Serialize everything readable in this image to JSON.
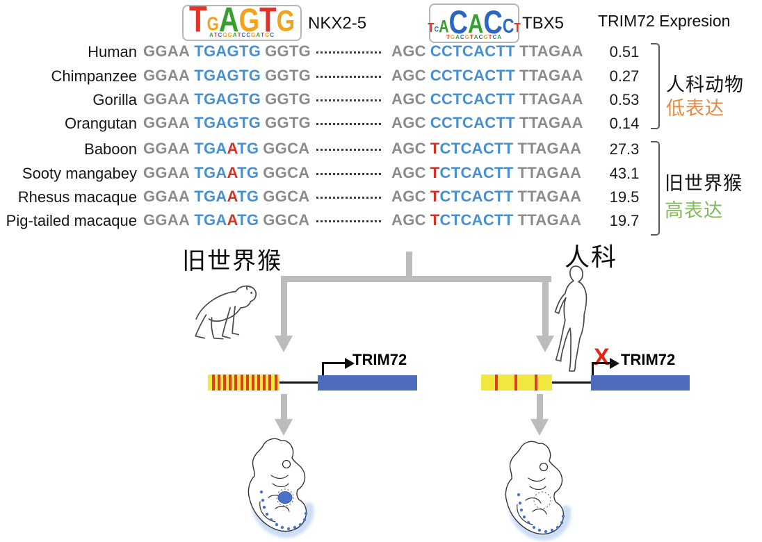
{
  "colors": {
    "seq_gray": "#8b8b8b",
    "seq_blue": "#4690d2",
    "seq_red": "#d53025",
    "label_orange": "#e8893c",
    "label_green": "#82b95c",
    "arrow_gray": "#bcbcbc",
    "enhancer_yellow": "#f2e73e",
    "stripe_red": "#d94028",
    "gene_blue": "#4f6dbd",
    "x_red": "#e0251b",
    "base": {
      "A": "#35a12c",
      "C": "#2c66c4",
      "G": "#f2a31b",
      "T": "#e53228"
    }
  },
  "header": {
    "expression": "TRIM72 Expresion"
  },
  "logos": {
    "nkx25": {
      "name": "NKX2-5",
      "letters": [
        {
          "ch": "T",
          "color": "#e53228",
          "size": 42
        },
        {
          "ch": "G",
          "color": "#f2a31b",
          "size": 22
        },
        {
          "ch": "A",
          "color": "#35a12c",
          "size": 40
        },
        {
          "ch": "G",
          "color": "#f2a31b",
          "size": 38
        },
        {
          "ch": "T",
          "color": "#e53228",
          "size": 40
        },
        {
          "ch": "G",
          "color": "#f2a31b",
          "size": 34
        }
      ],
      "noise": "ATCGGATCCGATGC"
    },
    "tbx5": {
      "name": "TBX5",
      "letters": [
        {
          "ch": "T",
          "color": "#e53228",
          "size": 15
        },
        {
          "ch": "C",
          "color": "#2c66c4",
          "size": 9
        },
        {
          "ch": "A",
          "color": "#35a12c",
          "size": 20
        },
        {
          "ch": "C",
          "color": "#2c66c4",
          "size": 38
        },
        {
          "ch": "A",
          "color": "#35a12c",
          "size": 31
        },
        {
          "ch": "C",
          "color": "#2c66c4",
          "size": 38
        },
        {
          "ch": "C",
          "color": "#2c66c4",
          "size": 23
        },
        {
          "ch": "T",
          "color": "#e53228",
          "size": 15
        }
      ],
      "noise": "TGACGTACGTCA"
    }
  },
  "alignment": {
    "rows": [
      {
        "species": "Human",
        "expr": "0.51",
        "left": [
          {
            "t": "GGAA",
            "c": "gray"
          },
          {
            "t": "TGAGTG",
            "c": "blue",
            "gap": true
          },
          {
            "t": "GGTG",
            "c": "gray",
            "gap": true
          }
        ],
        "right": [
          {
            "t": "AGC",
            "c": "gray"
          },
          {
            "t": "CCTCACTT",
            "c": "blue",
            "gap": true
          },
          {
            "t": "TTAGAA",
            "c": "gray",
            "gap": true
          }
        ]
      },
      {
        "species": "Chimpanzee",
        "expr": "0.27",
        "left": [
          {
            "t": "GGAA",
            "c": "gray"
          },
          {
            "t": "TGAGTG",
            "c": "blue",
            "gap": true
          },
          {
            "t": "GGTG",
            "c": "gray",
            "gap": true
          }
        ],
        "right": [
          {
            "t": "AGC",
            "c": "gray"
          },
          {
            "t": "CCTCACTT",
            "c": "blue",
            "gap": true
          },
          {
            "t": "TTAGAA",
            "c": "gray",
            "gap": true
          }
        ]
      },
      {
        "species": "Gorilla",
        "expr": "0.53",
        "left": [
          {
            "t": "GGAA",
            "c": "gray"
          },
          {
            "t": "TGAGTG",
            "c": "blue",
            "gap": true
          },
          {
            "t": "GGTG",
            "c": "gray",
            "gap": true
          }
        ],
        "right": [
          {
            "t": "AGC",
            "c": "gray"
          },
          {
            "t": "CCTCACTT",
            "c": "blue",
            "gap": true
          },
          {
            "t": "TTAGAA",
            "c": "gray",
            "gap": true
          }
        ]
      },
      {
        "species": "Orangutan",
        "expr": "0.14",
        "left": [
          {
            "t": "GGAA",
            "c": "gray"
          },
          {
            "t": "TGAGTG",
            "c": "blue",
            "gap": true
          },
          {
            "t": "GGTG",
            "c": "gray",
            "gap": true
          }
        ],
        "right": [
          {
            "t": "AGC",
            "c": "gray"
          },
          {
            "t": "CCTCACTT",
            "c": "blue",
            "gap": true
          },
          {
            "t": "TTAGAA",
            "c": "gray",
            "gap": true
          }
        ]
      },
      {
        "species": "Baboon",
        "expr": "27.3",
        "left": [
          {
            "t": "GGAA",
            "c": "gray"
          },
          {
            "t": "TGA",
            "c": "blue",
            "gap": true
          },
          {
            "t": "A",
            "c": "red"
          },
          {
            "t": "TG",
            "c": "blue"
          },
          {
            "t": "GGCA",
            "c": "gray",
            "gap": true
          }
        ],
        "right": [
          {
            "t": "AGC",
            "c": "gray"
          },
          {
            "t": "T",
            "c": "red",
            "gap": true
          },
          {
            "t": "CTCACTT",
            "c": "blue"
          },
          {
            "t": "TTAGAA",
            "c": "gray",
            "gap": true
          }
        ]
      },
      {
        "species": "Sooty mangabey",
        "expr": "43.1",
        "left": [
          {
            "t": "GGAA",
            "c": "gray"
          },
          {
            "t": "TGA",
            "c": "blue",
            "gap": true
          },
          {
            "t": "A",
            "c": "red"
          },
          {
            "t": "TG",
            "c": "blue"
          },
          {
            "t": "GGCA",
            "c": "gray",
            "gap": true
          }
        ],
        "right": [
          {
            "t": "AGC",
            "c": "gray"
          },
          {
            "t": "T",
            "c": "red",
            "gap": true
          },
          {
            "t": "CTCACTT",
            "c": "blue"
          },
          {
            "t": "TTAGAA",
            "c": "gray",
            "gap": true
          }
        ]
      },
      {
        "species": "Rhesus macaque",
        "expr": "19.5",
        "left": [
          {
            "t": "GGAA",
            "c": "gray"
          },
          {
            "t": "TGA",
            "c": "blue",
            "gap": true
          },
          {
            "t": "A",
            "c": "red"
          },
          {
            "t": "TG",
            "c": "blue"
          },
          {
            "t": "GGCA",
            "c": "gray",
            "gap": true
          }
        ],
        "right": [
          {
            "t": "AGC",
            "c": "gray"
          },
          {
            "t": "T",
            "c": "red",
            "gap": true
          },
          {
            "t": "CTCACTT",
            "c": "blue"
          },
          {
            "t": "TTAGAA",
            "c": "gray",
            "gap": true
          }
        ]
      },
      {
        "species": "Pig-tailed macaque",
        "expr": "19.7",
        "left": [
          {
            "t": "GGAA",
            "c": "gray"
          },
          {
            "t": "TGA",
            "c": "blue",
            "gap": true
          },
          {
            "t": "A",
            "c": "red"
          },
          {
            "t": "TG",
            "c": "blue"
          },
          {
            "t": "GGCA",
            "c": "gray",
            "gap": true
          }
        ],
        "right": [
          {
            "t": "AGC",
            "c": "gray"
          },
          {
            "t": "T",
            "c": "red",
            "gap": true
          },
          {
            "t": "CTCACTT",
            "c": "blue"
          },
          {
            "t": "TTAGAA",
            "c": "gray",
            "gap": true
          }
        ]
      }
    ]
  },
  "groups": [
    {
      "line1": "人科动物",
      "line2": "低表达"
    },
    {
      "line1": "旧世界猴",
      "line2": "高表达"
    }
  ],
  "tree": {
    "left_label": "旧世界猴",
    "right_label": "人科"
  },
  "gene_diagrams": {
    "left": {
      "gene": "TRIM72",
      "stripe_count": 12
    },
    "right": {
      "gene": "TRIM72",
      "stripe_count": 3,
      "block_mark": "X"
    }
  }
}
